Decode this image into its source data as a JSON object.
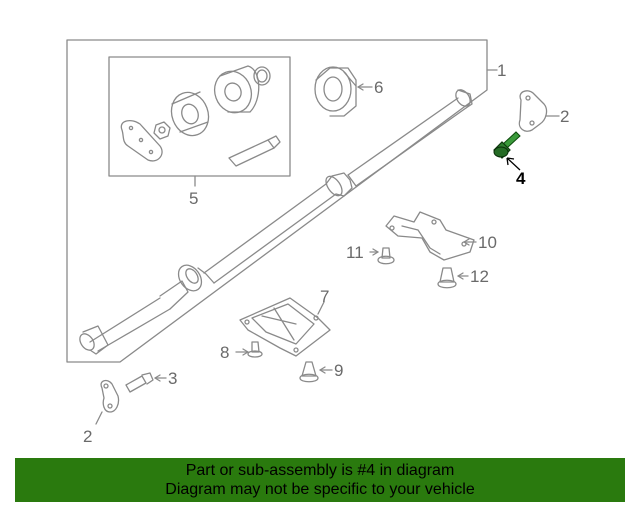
{
  "diagram": {
    "callouts": {
      "c1": "1",
      "c2_top": "2",
      "c2_bottom": "2",
      "c3": "3",
      "c4": "4",
      "c5": "5",
      "c6": "6",
      "c7": "7",
      "c8": "8",
      "c9": "9",
      "c10": "10",
      "c11": "11",
      "c12": "12"
    },
    "highlighted_part": "4",
    "colors": {
      "line": "#8a8a8a",
      "highlight_part": "#2e7d2e",
      "banner": "#2a7a0e"
    }
  },
  "notice": {
    "line1": "Part or sub-assembly is #4 in diagram",
    "line2": "Diagram may not be specific to your vehicle"
  }
}
